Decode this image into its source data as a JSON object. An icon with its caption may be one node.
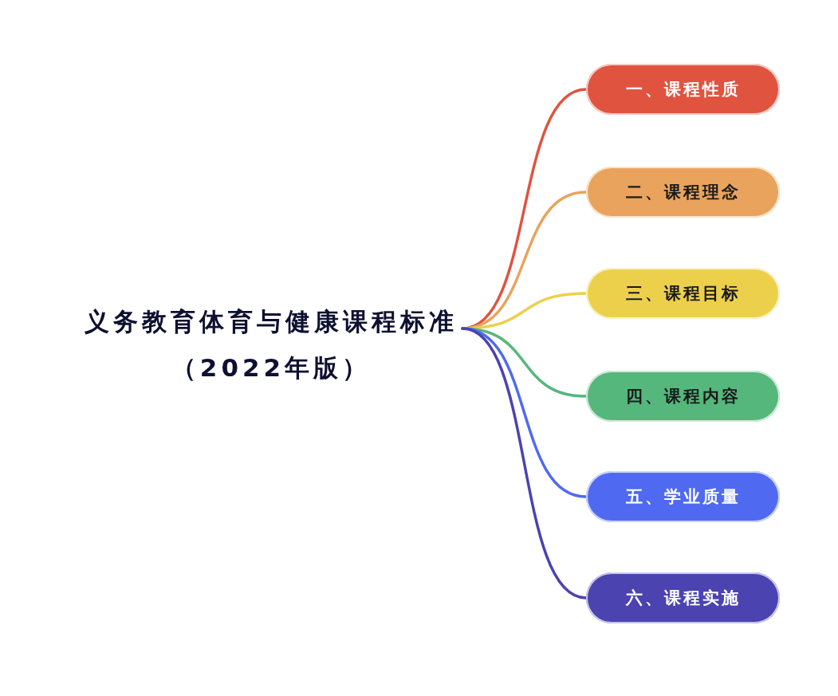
{
  "diagram": {
    "nodes": [
      {
        "text": [
          "义务教育体育与健康课程标准（2022年版）"
        ]
      },
      {
        "text": [
          "一、课程性质"
        ]
      },
      {
        "text": [
          "二、课程理念"
        ]
      },
      {
        "text": [
          "三、课程目标"
        ]
      },
      {
        "text": [
          "四、课程内容"
        ]
      },
      {
        "text": [
          "五、学业质量"
        ]
      },
      {
        "text": [
          "六、课程实施"
        ]
      }
    ],
    "edges": [
      {
        "from": 0,
        "to": 1,
        "arrow": "none",
        "color": "#e0533f"
      },
      {
        "from": 0,
        "to": 2,
        "arrow": "none",
        "color": "#e9a35c"
      },
      {
        "from": 0,
        "to": 3,
        "arrow": "none",
        "color": "#ecd04c"
      },
      {
        "from": 0,
        "to": 4,
        "arrow": "none",
        "color": "#55b77c"
      },
      {
        "from": 0,
        "to": 5,
        "arrow": "none",
        "color": "#4f6af0"
      },
      {
        "from": 0,
        "to": 6,
        "arrow": "none",
        "color": "#4a43b0"
      }
    ]
  }
}
